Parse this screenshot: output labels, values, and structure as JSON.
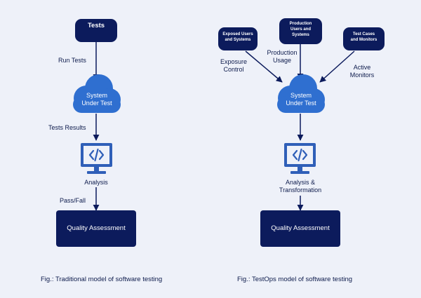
{
  "left": {
    "top_box": "Tests",
    "edge_run": "Run Tests",
    "cloud_line1": "System",
    "cloud_line2": "Under Test",
    "edge_results": "Tests Results",
    "analysis": "Analysis",
    "edge_pass": "Pass/Fall",
    "bottom_box": "Quality Assessment",
    "caption": "Fig.: Traditional model of software testing"
  },
  "right": {
    "box_exposed_line1": "Exposed Users",
    "box_exposed_line2": "and Systems",
    "box_production_line1": "Production",
    "box_production_line2": "Users and",
    "box_production_line3": "Systems",
    "box_testcases_line1": "Test Cases",
    "box_testcases_line2": "and Monitors",
    "edge_exposure_line1": "Exposure",
    "edge_exposure_line2": "Control",
    "edge_usage_line1": "Production",
    "edge_usage_line2": "Usage",
    "edge_monitors_line1": "Active",
    "edge_monitors_line2": "Monitors",
    "cloud_line1": "System",
    "cloud_line2": "Under Test",
    "analysis_line1": "Analysis &",
    "analysis_line2": "Transformation",
    "bottom_box": "Quality Assessment",
    "caption": "Fig.: TestOps model of software testing"
  },
  "colors": {
    "navy": "#0c1b5c",
    "cloud_blue": "#2f6fd0",
    "monitor_blue": "#2f5fb8",
    "background": "#eef1f9"
  }
}
